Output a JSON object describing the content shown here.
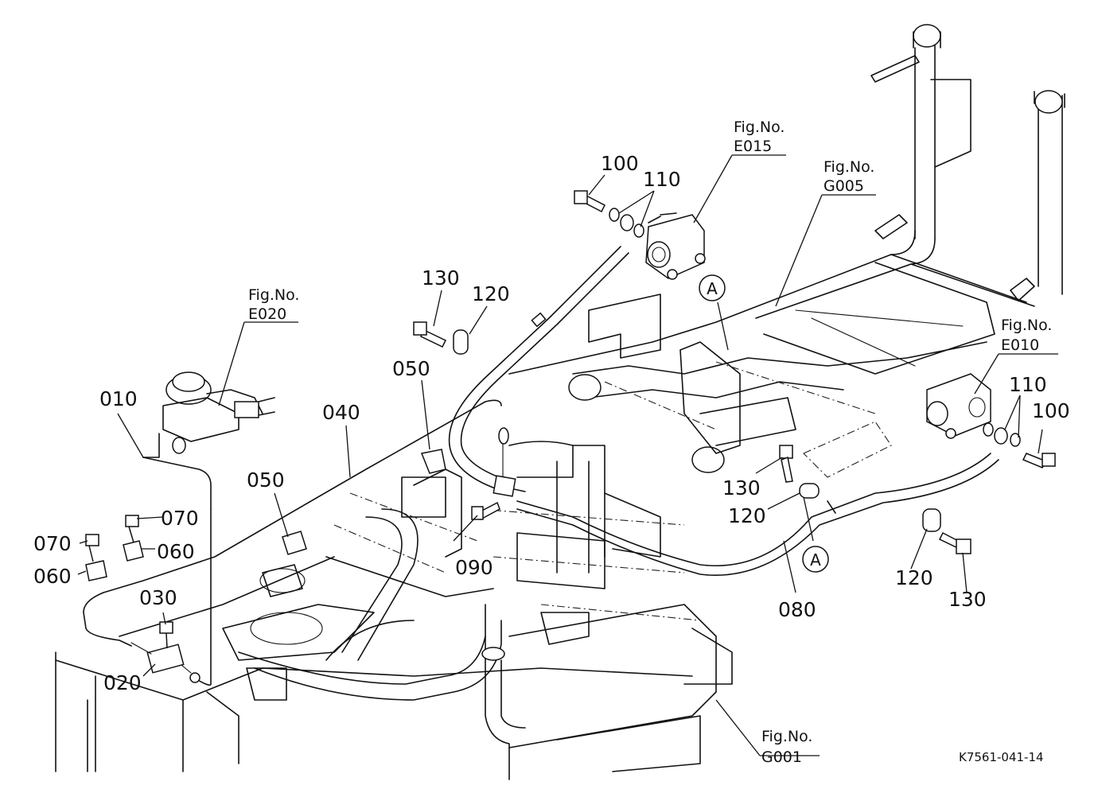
{
  "diagram": {
    "drawing_code": "K7561-041-14",
    "part_labels": [
      "010",
      "020",
      "030",
      "040",
      "050",
      "050",
      "060",
      "060",
      "070",
      "070",
      "080",
      "090",
      "100",
      "100",
      "110",
      "110",
      "120",
      "120",
      "120",
      "130",
      "130",
      "130"
    ],
    "part_callouts": {
      "p010": "010",
      "p020": "020",
      "p030": "030",
      "p040": "040",
      "p050a": "050",
      "p050b": "050",
      "p060a": "060",
      "p060b": "060",
      "p070a": "070",
      "p070b": "070",
      "p080": "080",
      "p090": "090",
      "p100a": "100",
      "p100b": "100",
      "p110a": "110",
      "p110b": "110",
      "p120a": "120",
      "p120b": "120",
      "p120c": "120",
      "p130a": "130",
      "p130b": "130",
      "p130c": "130"
    },
    "figure_references": {
      "e020": {
        "prefix": "Fig.No.",
        "code": "E020"
      },
      "e015": {
        "prefix": "Fig.No.",
        "code": "E015"
      },
      "g005": {
        "prefix": "Fig.No.",
        "code": "G005"
      },
      "e010": {
        "prefix": "Fig.No.",
        "code": "E010"
      },
      "g001": {
        "prefix": "Fig.No.",
        "code": "G001"
      }
    },
    "section_markers": {
      "a1": "A",
      "a2": "A"
    }
  }
}
